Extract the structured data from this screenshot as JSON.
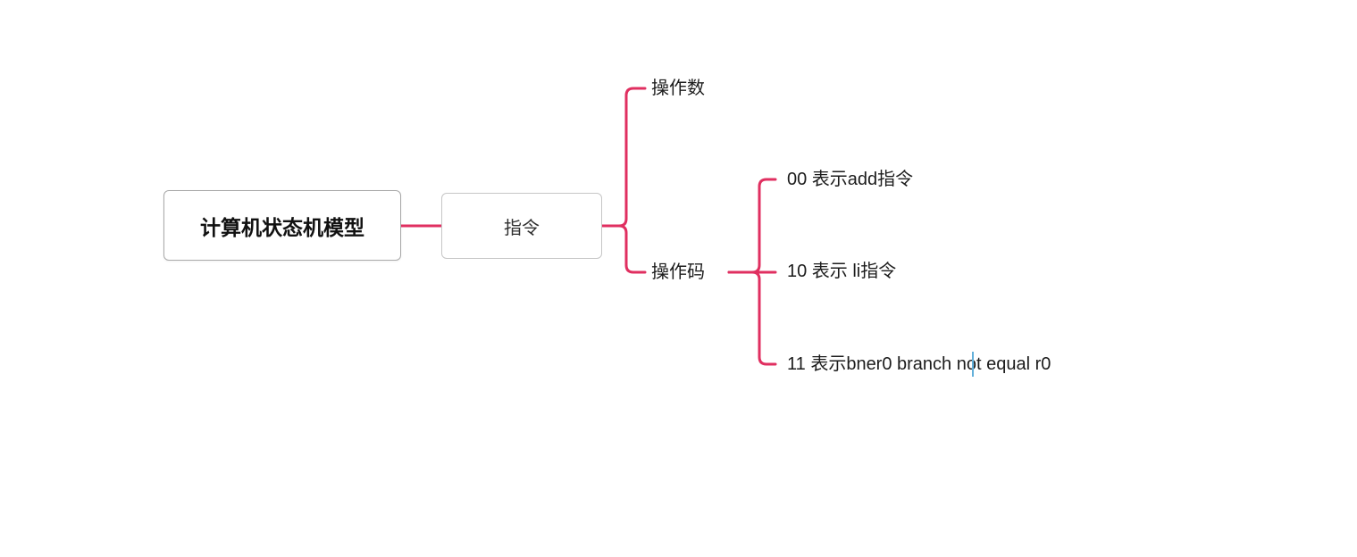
{
  "mindmap": {
    "root": {
      "label": "计算机状态机模型"
    },
    "instruction": {
      "label": "指令"
    },
    "operand": {
      "label": "操作数"
    },
    "opcode": {
      "label": "操作码"
    },
    "opcode_children": [
      {
        "label": "00 表示add指令"
      },
      {
        "label": "10 表示 li指令"
      },
      {
        "label": "11 表示bner0 branch not equal r0"
      }
    ]
  },
  "colors": {
    "branch": "#e02f60",
    "root_border": "#a9a9a9",
    "child_border": "#c6c6c6",
    "text": "#1c1c1c",
    "cursor": "#63b0da"
  }
}
